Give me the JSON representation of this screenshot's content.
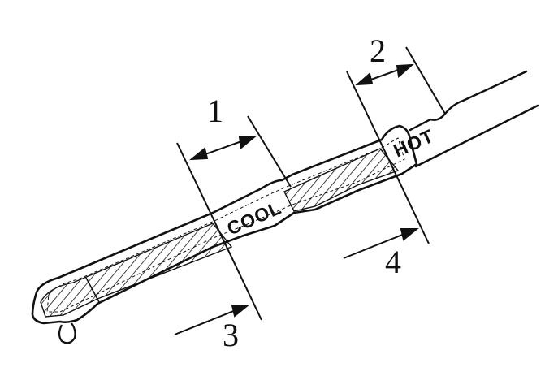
{
  "diagram": {
    "zone_labels": {
      "cool": "COOL",
      "hot": "HOT"
    },
    "dimension_labels": [
      "1",
      "2",
      "3",
      "4"
    ],
    "colors": {
      "ink": "#111111",
      "background": "#ffffff"
    }
  }
}
